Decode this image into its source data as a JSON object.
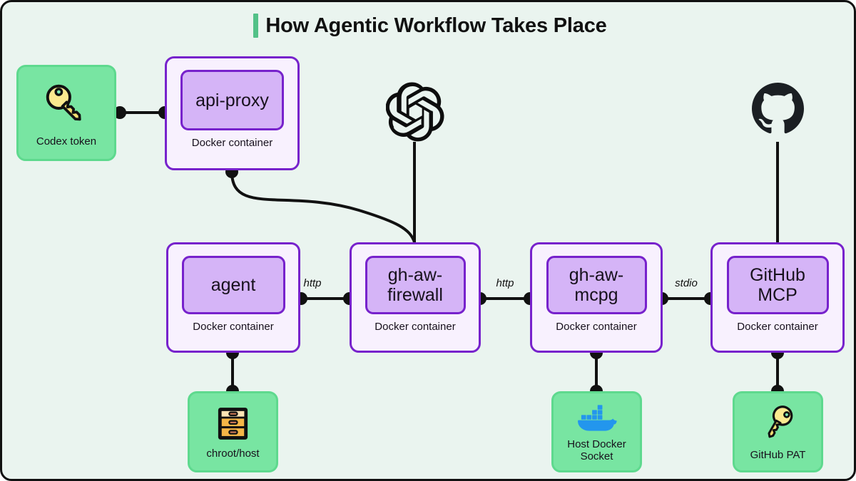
{
  "header": {
    "title": "How Agentic Workflow Takes Place",
    "accent_color": "#53c188"
  },
  "colors": {
    "background": "#eaf4ef",
    "outer_border": "#111111",
    "container_fill": "#f8f1fe",
    "container_border": "#7722cc",
    "inner_fill": "#d5b4f7",
    "green_fill": "#78e5a2",
    "green_border": "#5ed98e",
    "wire": "#111111",
    "docker_blue": "#2396ed",
    "key_yellow": "#f7e27c",
    "cabinet_orange": "#f5b647"
  },
  "logos": [
    {
      "name": "openai-logo",
      "alt": "OpenAI"
    },
    {
      "name": "github-logo",
      "alt": "GitHub"
    }
  ],
  "nodes": {
    "codex_token": {
      "label": "Codex token",
      "icon": "key-icon"
    },
    "api_proxy": {
      "title": "api-proxy",
      "subtitle": "Docker container"
    },
    "agent": {
      "title": "agent",
      "subtitle": "Docker container"
    },
    "firewall": {
      "title": "gh-aw-\nfirewall",
      "title_line1": "gh-aw-",
      "title_line2": "firewall",
      "subtitle": "Docker container"
    },
    "mcpg": {
      "title_line1": "gh-aw-",
      "title_line2": "mcpg",
      "subtitle": "Docker container"
    },
    "github_mcp": {
      "title_line1": "GitHub",
      "title_line2": "MCP",
      "subtitle": "Docker container"
    },
    "chroot_host": {
      "label": "chroot/host",
      "icon": "file-cabinet-icon"
    },
    "host_docker_socket": {
      "label_line1": "Host Docker",
      "label_line2": "Socket",
      "icon": "docker-whale-icon"
    },
    "github_pat": {
      "label": "GitHub PAT",
      "icon": "key-icon"
    }
  },
  "edges": [
    {
      "from": "codex_token",
      "to": "api_proxy",
      "label": ""
    },
    {
      "from": "api_proxy",
      "to": "firewall",
      "label": ""
    },
    {
      "from": "openai_logo",
      "to": "firewall",
      "label": ""
    },
    {
      "from": "agent",
      "to": "firewall",
      "label": "http"
    },
    {
      "from": "firewall",
      "to": "mcpg",
      "label": "http"
    },
    {
      "from": "mcpg",
      "to": "github_mcp",
      "label": "stdio"
    },
    {
      "from": "github_logo",
      "to": "github_mcp",
      "label": ""
    },
    {
      "from": "agent",
      "to": "chroot_host",
      "label": ""
    },
    {
      "from": "mcpg",
      "to": "host_docker_socket",
      "label": ""
    },
    {
      "from": "github_mcp",
      "to": "github_pat",
      "label": ""
    }
  ],
  "edge_labels": {
    "agent_firewall": "http",
    "firewall_mcpg": "http",
    "mcpg_githubmcp": "stdio"
  }
}
